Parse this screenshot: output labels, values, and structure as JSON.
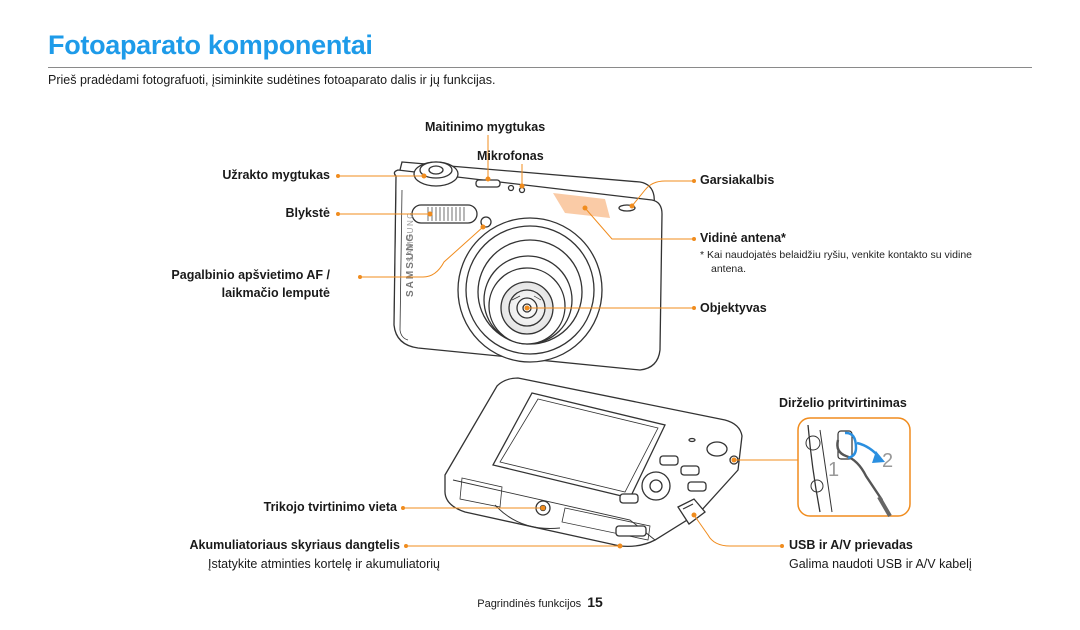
{
  "page": {
    "title": "Fotoaparato komponentai",
    "intro": "Prieš pradėdami fotografuoti, įsiminkite sudėtines fotoaparato dalis ir jų funkcijas."
  },
  "front_labels": {
    "power_button": "Maitinimo mygtukas",
    "microphone": "Mikrofonas",
    "shutter_button": "Užrakto mygtukas",
    "flash": "Blykstė",
    "af_lamp_line1": "Pagalbinio apšvietimo AF /",
    "af_lamp_line2": "laikmačio lemputė",
    "speaker": "Garsiakalbis",
    "internal_antenna": "Vidinė antena*",
    "antenna_note_line1": "* Kai naudojatės belaidžiu ryšiu, venkite kontakto su vidine",
    "antenna_note_line2": "antena.",
    "lens": "Objektyvas",
    "brand_text": "SAMSUNG"
  },
  "bottom_labels": {
    "strap_eyelet": "Dirželio pritvirtinimas",
    "tripod_mount": "Trikojo tvirtinimo vieta",
    "battery_cover": "Akumuliatoriaus skyriaus dangtelis",
    "battery_cover_desc": "Įstatykite atminties kortelę ir akumuliatorių",
    "usb_port": "USB ir A/V prievadas",
    "usb_port_desc": "Galima naudoti USB ir A/V kabelį",
    "step1": "1",
    "step2": "2"
  },
  "footer": {
    "section": "Pagrindinės funkcijos",
    "page_number": "15"
  },
  "colors": {
    "title_blue": "#1e9be9",
    "leader_orange": "#f08c1e",
    "highlight_orange": "#f7a96b",
    "arrow_blue": "#2a8fe0"
  }
}
